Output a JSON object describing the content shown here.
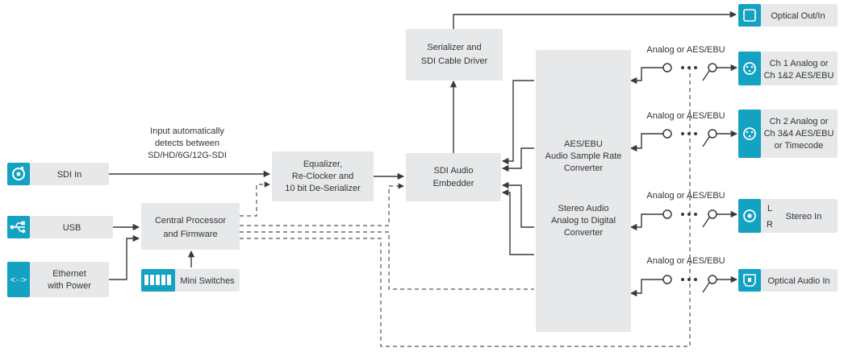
{
  "note": {
    "line1": "Input automatically",
    "line2": "detects between",
    "line3": "SD/HD/6G/12G-SDI"
  },
  "blocks": {
    "serializer": [
      "Serializer and",
      "SDI Cable Driver"
    ],
    "equalizer": [
      "Equalizer,",
      "Re-Clocker and",
      "10 bit De-Serializer"
    ],
    "embedder": [
      "SDI Audio",
      "Embedder"
    ],
    "central": [
      "Central Processor",
      "and Firmware"
    ],
    "converter_top": [
      "AES/EBU",
      "Audio Sample Rate",
      "Converter"
    ],
    "converter_bottom": [
      "Stereo Audio",
      "Analog to Digital",
      "Converter"
    ]
  },
  "ports": {
    "sdi_in": "SDI In",
    "usb": "USB",
    "ethernet": [
      "Ethernet",
      "with Power"
    ],
    "mini_switches": "Mini Switches",
    "optical_out": "Optical Out/In",
    "ch1": [
      "Ch 1 Analog or",
      "Ch 1&2 AES/EBU"
    ],
    "ch2": [
      "Ch 2 Analog or",
      "Ch 3&4 AES/EBU",
      "or Timecode"
    ],
    "stereo": "Stereo In",
    "stereo_l": "L",
    "stereo_r": "R",
    "optical_audio": "Optical Audio In"
  },
  "switch_labels": [
    "Analog or AES/EBU",
    "Analog or AES/EBU",
    "Analog or AES/EBU",
    "Analog or AES/EBU"
  ],
  "colors": {
    "accent": "#13a2c2",
    "block": "#e6e8ea",
    "line": "#3a3a3a",
    "dashed": "#555555"
  }
}
